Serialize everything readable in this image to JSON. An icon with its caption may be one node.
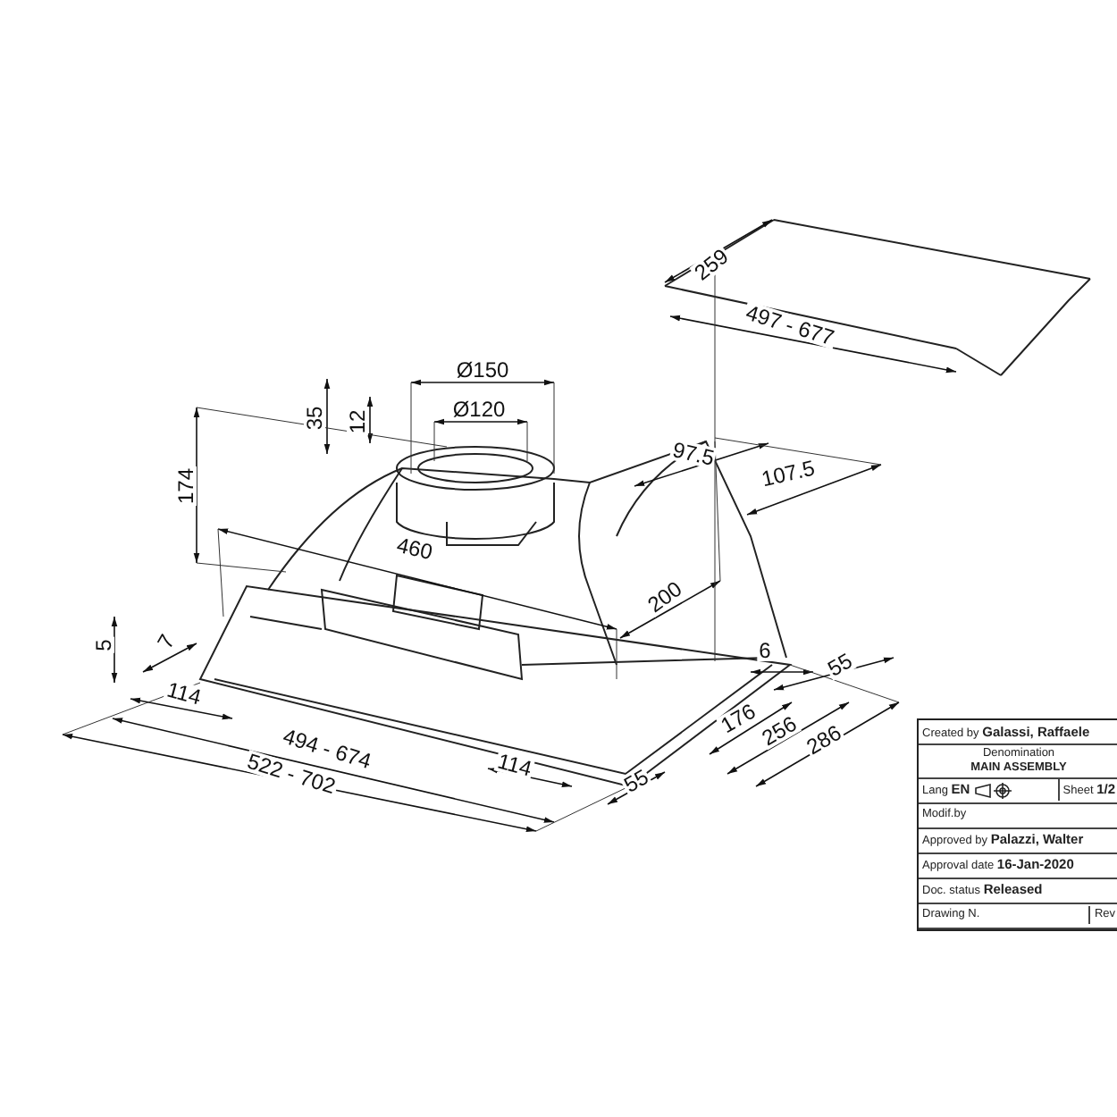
{
  "diagram": {
    "labels": [
      "259",
      "497 - 677",
      "Ø150",
      "35",
      "12",
      "Ø120",
      "97.5",
      "107.5",
      "174",
      "460",
      "200",
      "5",
      "7",
      "6",
      "55",
      "114",
      "176",
      "494 - 674",
      "256",
      "286",
      "114",
      "522 - 702",
      "55",
      "Created by **Galassi, Raffaele**",
      "Denomination",
      "MAIN ASSEMBLY",
      "Lang **EN**",
      "Sheet **1/2**",
      "Modif.by",
      "Approved by **Palazzi, Walter**",
      "Approval date **16-Jan-2020**",
      "Doc. status **Released**",
      "Drawing N.",
      "Rev"
    ]
  }
}
